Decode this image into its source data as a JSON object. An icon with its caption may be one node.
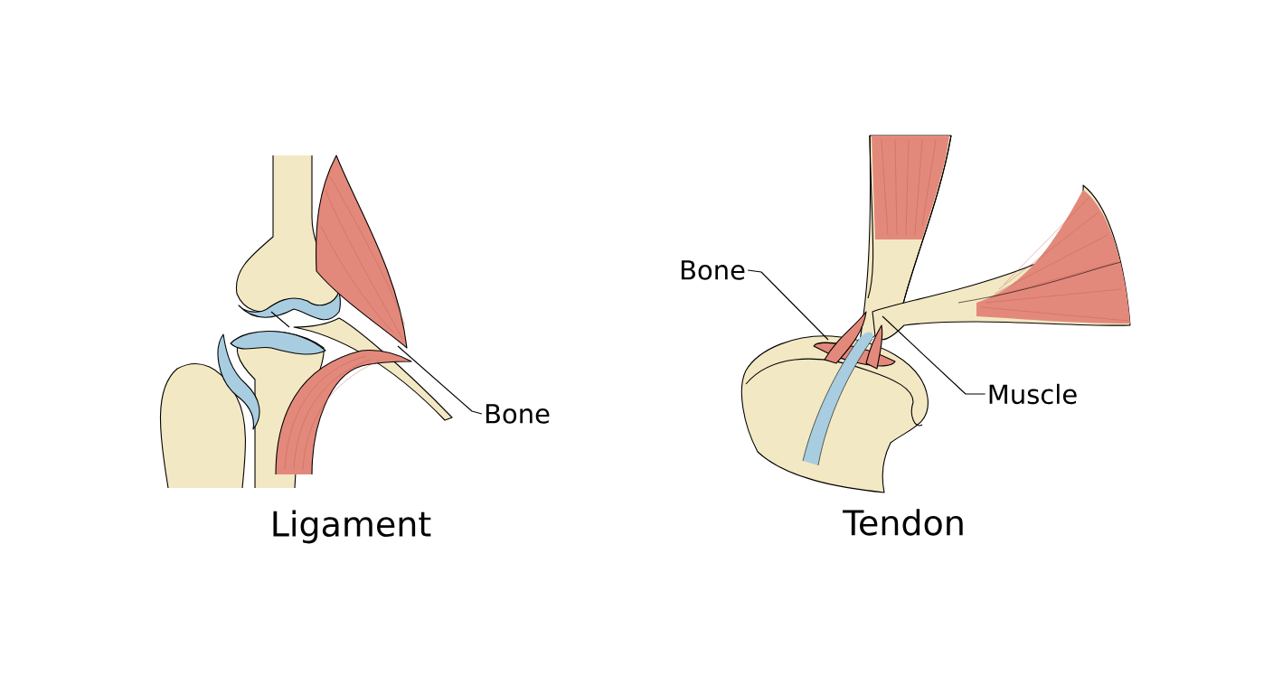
{
  "diagram": {
    "nodes": [
      {
        "text": [
          "Bone"
        ]
      },
      {
        "text": [
          "Bone"
        ]
      },
      {
        "text": [
          "Muscle"
        ]
      }
    ],
    "edges": [
      {
        "from": 0,
        "to": null,
        "arrow": "none"
      },
      {
        "from": 1,
        "to": null,
        "arrow": "none"
      },
      {
        "from": 2,
        "to": null,
        "arrow": "none"
      }
    ],
    "labels": [
      "Ligament",
      "Tendon"
    ]
  }
}
